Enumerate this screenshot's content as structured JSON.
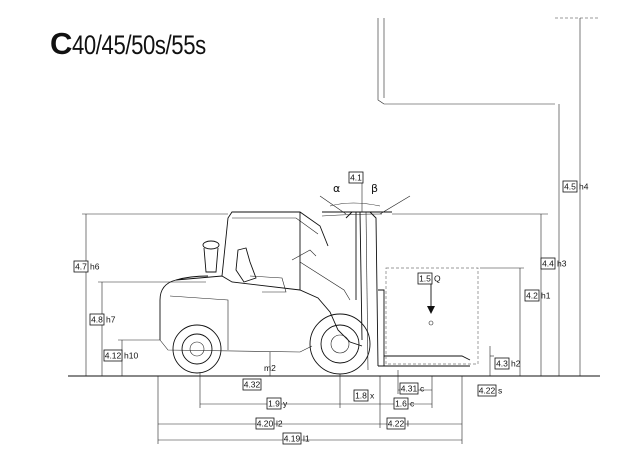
{
  "title": {
    "bold": "C",
    "rest": "40/45/50s/55s"
  },
  "angles": {
    "alpha": "α",
    "beta": "β"
  },
  "dimensions": [
    {
      "id": "d41",
      "code": "4.1",
      "sym": ""
    },
    {
      "id": "d45",
      "code": "4.5",
      "sym": "h4"
    },
    {
      "id": "d44",
      "code": "4.4",
      "sym": "h3"
    },
    {
      "id": "d42",
      "code": "4.2",
      "sym": "h1"
    },
    {
      "id": "d47",
      "code": "4.7",
      "sym": "h6"
    },
    {
      "id": "d48",
      "code": "4.8",
      "sym": "h7"
    },
    {
      "id": "d412",
      "code": "4.12",
      "sym": "h10"
    },
    {
      "id": "d15",
      "code": "1.5",
      "sym": "Q"
    },
    {
      "id": "d43",
      "code": "4.3",
      "sym": "h2"
    },
    {
      "id": "d432",
      "code": "4.32",
      "sym": ""
    },
    {
      "id": "d431",
      "code": "4.31",
      "sym": "c"
    },
    {
      "id": "d422s",
      "code": "4.22",
      "sym": "s"
    },
    {
      "id": "d19",
      "code": "1.9",
      "sym": "y"
    },
    {
      "id": "d18",
      "code": "1.8",
      "sym": "x"
    },
    {
      "id": "d16",
      "code": "1.6",
      "sym": "c"
    },
    {
      "id": "d420",
      "code": "4.20",
      "sym": "l2"
    },
    {
      "id": "d422l",
      "code": "4.22",
      "sym": "l"
    },
    {
      "id": "d419",
      "code": "4.19",
      "sym": "l1"
    }
  ],
  "labels": {
    "m2": "m2"
  }
}
